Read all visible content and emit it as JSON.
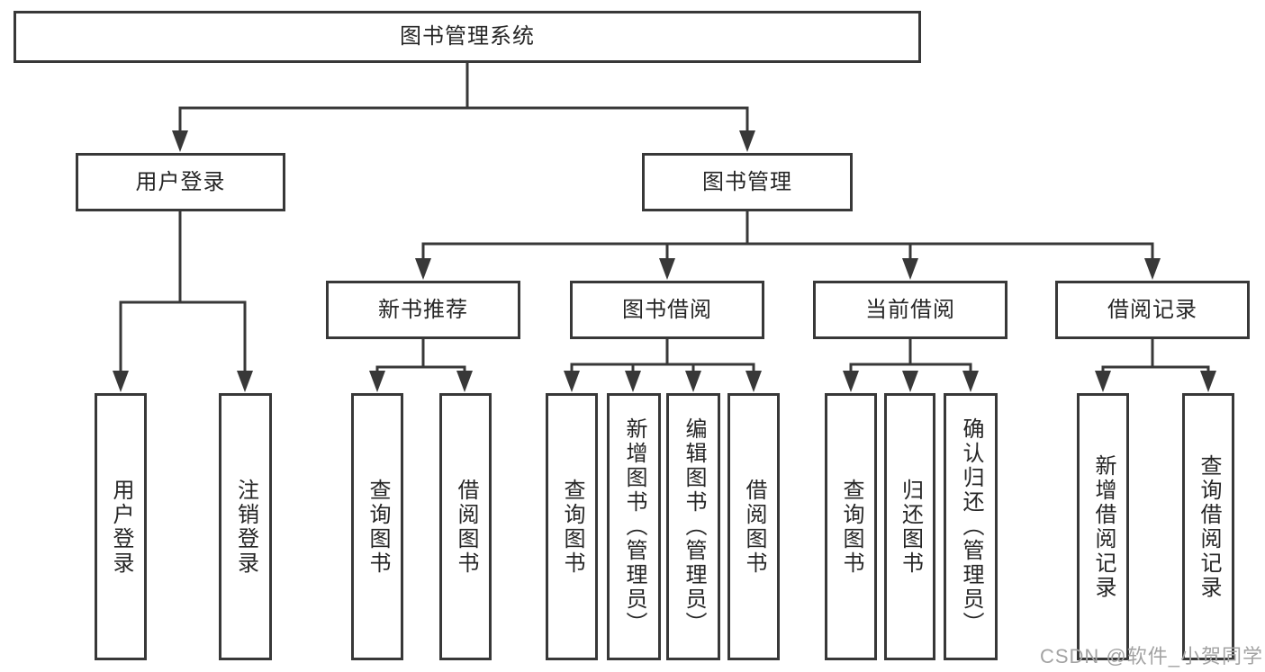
{
  "diagram": {
    "root": {
      "label": "图书管理系统"
    },
    "children": [
      {
        "label": "用户登录",
        "children": [
          {
            "label": "用户登录"
          },
          {
            "label": "注销登录"
          }
        ]
      },
      {
        "label": "图书管理",
        "children": [
          {
            "label": "新书推荐",
            "children": [
              {
                "label": "查询图书"
              },
              {
                "label": "借阅图书"
              }
            ]
          },
          {
            "label": "图书借阅",
            "children": [
              {
                "label": "查询图书"
              },
              {
                "label": "新增图书（管理员）"
              },
              {
                "label": "编辑图书（管理员）"
              },
              {
                "label": "借阅图书"
              }
            ]
          },
          {
            "label": "当前借阅",
            "children": [
              {
                "label": "查询图书"
              },
              {
                "label": "归还图书"
              },
              {
                "label": "确认归还（管理员）"
              }
            ]
          },
          {
            "label": "借阅记录",
            "children": [
              {
                "label": "新增借阅记录"
              },
              {
                "label": "查询借阅记录"
              }
            ]
          }
        ]
      }
    ]
  },
  "watermark": {
    "text": "CSDN @软件_小贺同学",
    "color": "#a3a3a3"
  },
  "colors": {
    "line": "#383838",
    "box_border": "#383838",
    "box_background": "#ffffff",
    "label_text": "#262626",
    "page_background": "#ffffff"
  }
}
